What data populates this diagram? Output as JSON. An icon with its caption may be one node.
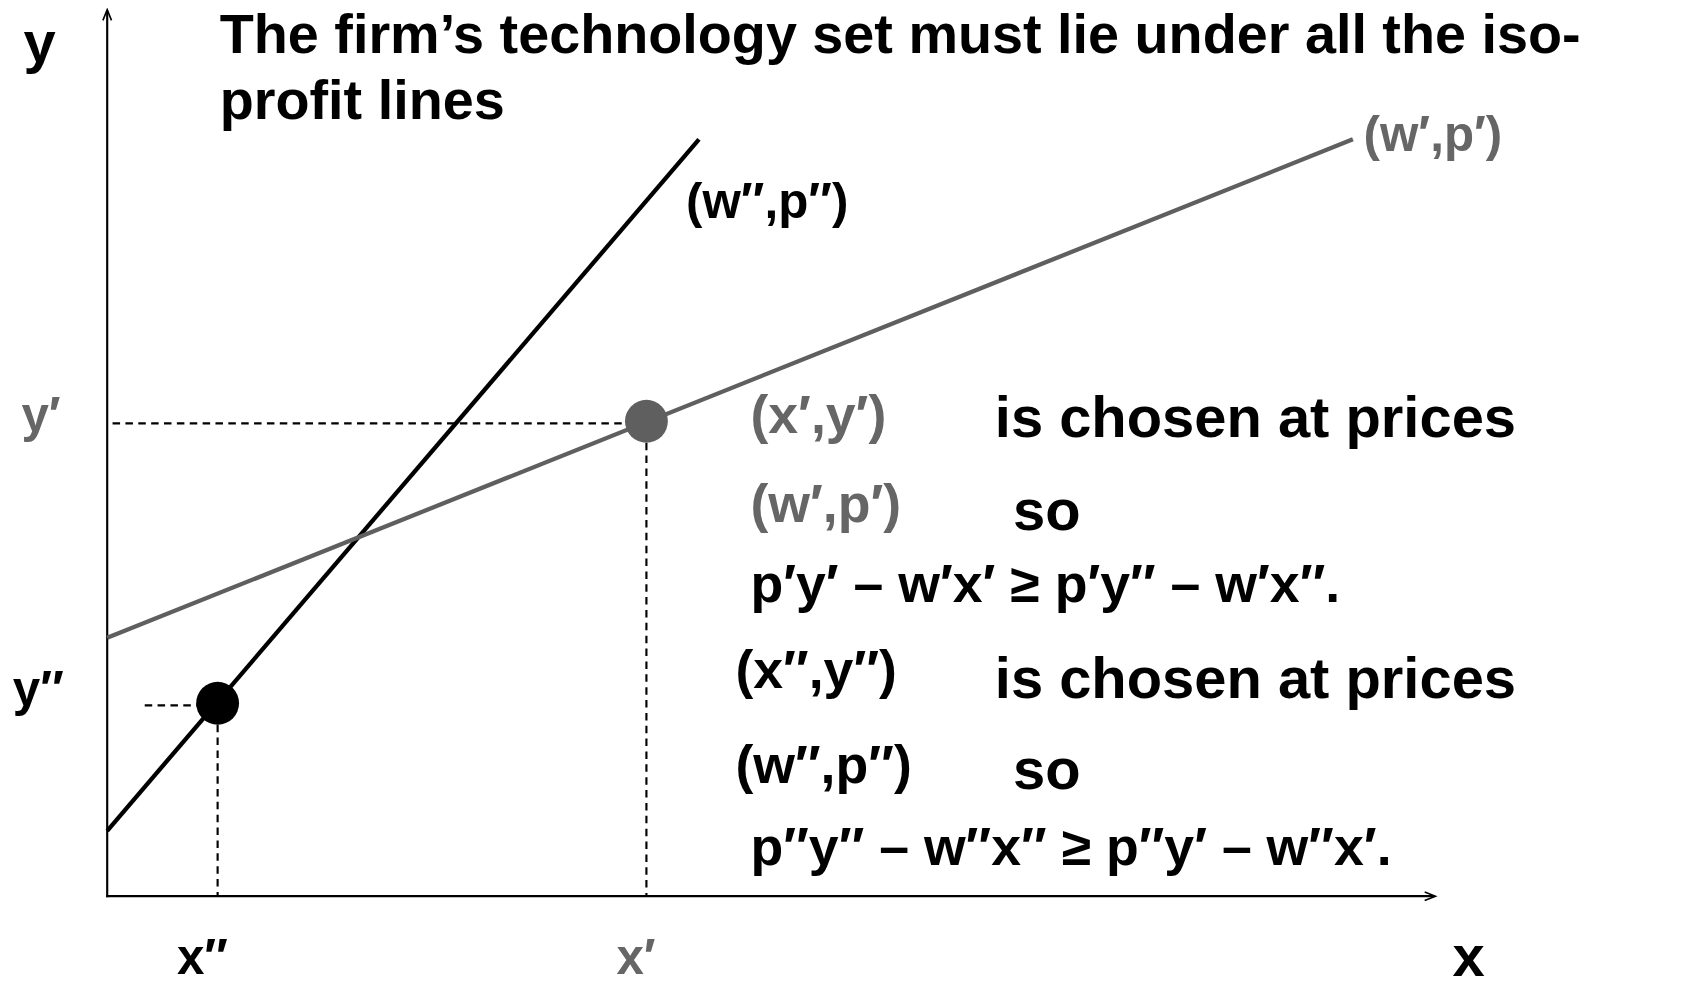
{
  "diagram": {
    "title": "The firm’s technology set must lie under all the iso-profit lines",
    "labels": [
      "y",
      "x",
      "y′",
      "y″",
      "x″",
      "x′",
      "(w″,p″)",
      "(w′,p′)",
      "(x′,y′)",
      "is chosen at prices",
      "(w′,p′)",
      "so",
      "p′y′ – w′x′ ≥ p′y″ – w′x″.",
      "(x″,y″)",
      "is chosen at prices",
      "(w″,p″)",
      "so",
      "p″y″ – w″x″ ≥ p″y′ – w″x′."
    ]
  }
}
